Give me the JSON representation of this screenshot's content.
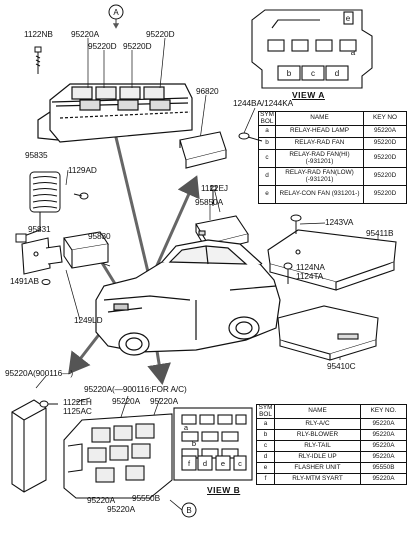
{
  "callouts": {
    "a": "A",
    "b": "B"
  },
  "labels": {
    "p1122NB": "1122NB",
    "p95220A_top": "95220A",
    "p95220D_left": "95220D",
    "p95220D_mid": "95220D",
    "p95220D_right": "95220D",
    "p96820": "96820",
    "p1244BA": "1244BA/1244KA",
    "p95835": "95835",
    "p1129AD": "1129AD",
    "p1122EJ": "1122EJ",
    "p95850A": "95850A",
    "p95831": "95831",
    "p95830": "95830",
    "p1243VA": "1243VA",
    "p95411B": "95411B",
    "p1491AB": "1491AB",
    "p1249LD": "1249LD",
    "p1124NA": "1124NA",
    "p1124TA": "1124TA",
    "p95410C": "95410C",
    "p95220A_900116": "95220A(900116—)",
    "p1122EH": "1122EH",
    "p1125AC": "1125AC",
    "p95220A_forac": "95220A(—900116:FOR A/C)",
    "p95220A_b1": "95220A",
    "p95220A_b2": "95220A",
    "p95220A_bot1": "95220A",
    "p95550B": "95550B",
    "p95220A_bot2": "95220A"
  },
  "view_a": {
    "title": "VIEW  A",
    "slots": [
      "a",
      "b",
      "c",
      "d",
      "e"
    ],
    "headers": {
      "sym": "SYM BOL",
      "name": "NAME",
      "key": "KEY NO"
    },
    "rows": [
      {
        "sym": "a",
        "name": "RELAY-HEAD LAMP",
        "key": "95220A"
      },
      {
        "sym": "b",
        "name": "RELAY-RAD FAN",
        "key": "95220D"
      },
      {
        "sym": "c",
        "name": "RELAY-RAD FAN(HI) (-931201)",
        "key": "95220D"
      },
      {
        "sym": "d",
        "name": "RELAY-RAD FAN(LOW) (-931201)",
        "key": "95220D"
      },
      {
        "sym": "e",
        "name": "RELAY-CON FAN (931201-)",
        "key": "95220D"
      }
    ]
  },
  "view_b": {
    "title": "VIEW  B",
    "slots": [
      "a",
      "b",
      "c",
      "d",
      "e",
      "f"
    ],
    "headers": {
      "sym": "SYM BOL",
      "name": "NAME",
      "key": "KEY NO."
    },
    "rows": [
      {
        "sym": "a",
        "name": "RLY-A/C",
        "key": "95220A"
      },
      {
        "sym": "b",
        "name": "RLY-BLOWER",
        "key": "95220A"
      },
      {
        "sym": "c",
        "name": "RLY-TAIL",
        "key": "95220A"
      },
      {
        "sym": "d",
        "name": "RLY-IDLE UP",
        "key": "95220A"
      },
      {
        "sym": "e",
        "name": "FLASHER UNIT",
        "key": "95550B"
      },
      {
        "sym": "f",
        "name": "RLY-MTM SYART",
        "key": "95220A"
      }
    ]
  }
}
